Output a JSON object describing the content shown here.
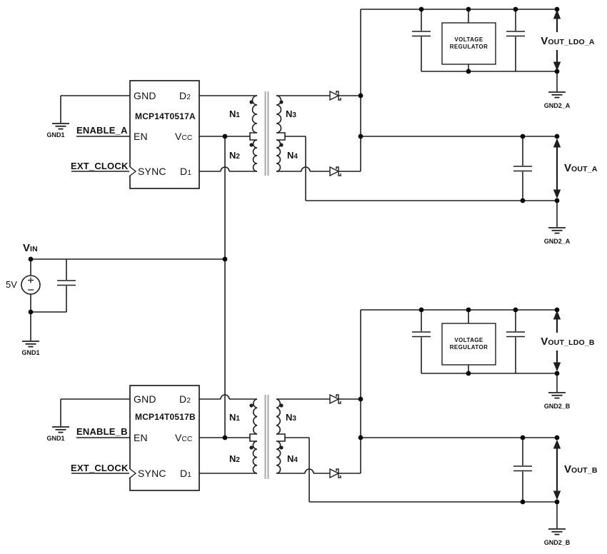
{
  "colors": {
    "background": "#ffffff",
    "wire": "#1f1f1f",
    "text": "#111111",
    "transformer_core": "#a8a8a8"
  },
  "power_input": {
    "vin_main": "V",
    "vin_sub": "IN",
    "source_value": "5V",
    "gnd": "GND1"
  },
  "channel_a": {
    "gnd1": "GND1",
    "enable": "ENABLE_A",
    "ext_clock": "EXT_CLOCK",
    "ic": {
      "name": "MCP14T0517A",
      "gnd": "GND",
      "d2_main": "D",
      "d2_sub": "2",
      "en": "EN",
      "vcc_main": "V",
      "vcc_sub": "CC",
      "sync": "SYNC",
      "d1_main": "D",
      "d1_sub": "1"
    },
    "xfmr": {
      "n1_main": "N",
      "n1_sub": "1",
      "n2_main": "N",
      "n2_sub": "2",
      "n3_main": "N",
      "n3_sub": "3",
      "n4_main": "N",
      "n4_sub": "4"
    },
    "regulator_line1": "VOLTAGE",
    "regulator_line2": "REGULATOR",
    "vout_ldo_main": "V",
    "vout_ldo_sub": "OUT_LDO_A",
    "gnd2_ldo": "GND2_A",
    "vout_main": "V",
    "vout_sub": "OUT_A",
    "gnd2": "GND2_A"
  },
  "channel_b": {
    "gnd1": "GND1",
    "enable": "ENABLE_B",
    "ext_clock": "EXT_CLOCK",
    "ic": {
      "name": "MCP14T0517B",
      "gnd": "GND",
      "d2_main": "D",
      "d2_sub": "2",
      "en": "EN",
      "vcc_main": "V",
      "vcc_sub": "CC",
      "sync": "SYNC",
      "d1_main": "D",
      "d1_sub": "1"
    },
    "xfmr": {
      "n1_main": "N",
      "n1_sub": "1",
      "n2_main": "N",
      "n2_sub": "2",
      "n3_main": "N",
      "n3_sub": "3",
      "n4_main": "N",
      "n4_sub": "4"
    },
    "regulator_line1": "VOLTAGE",
    "regulator_line2": "REGULATOR",
    "vout_ldo_main": "V",
    "vout_ldo_sub": "OUT_LDO_B",
    "gnd2_ldo": "GND2_B",
    "vout_main": "V",
    "vout_sub": "OUT_B",
    "gnd2": "GND2_B"
  }
}
